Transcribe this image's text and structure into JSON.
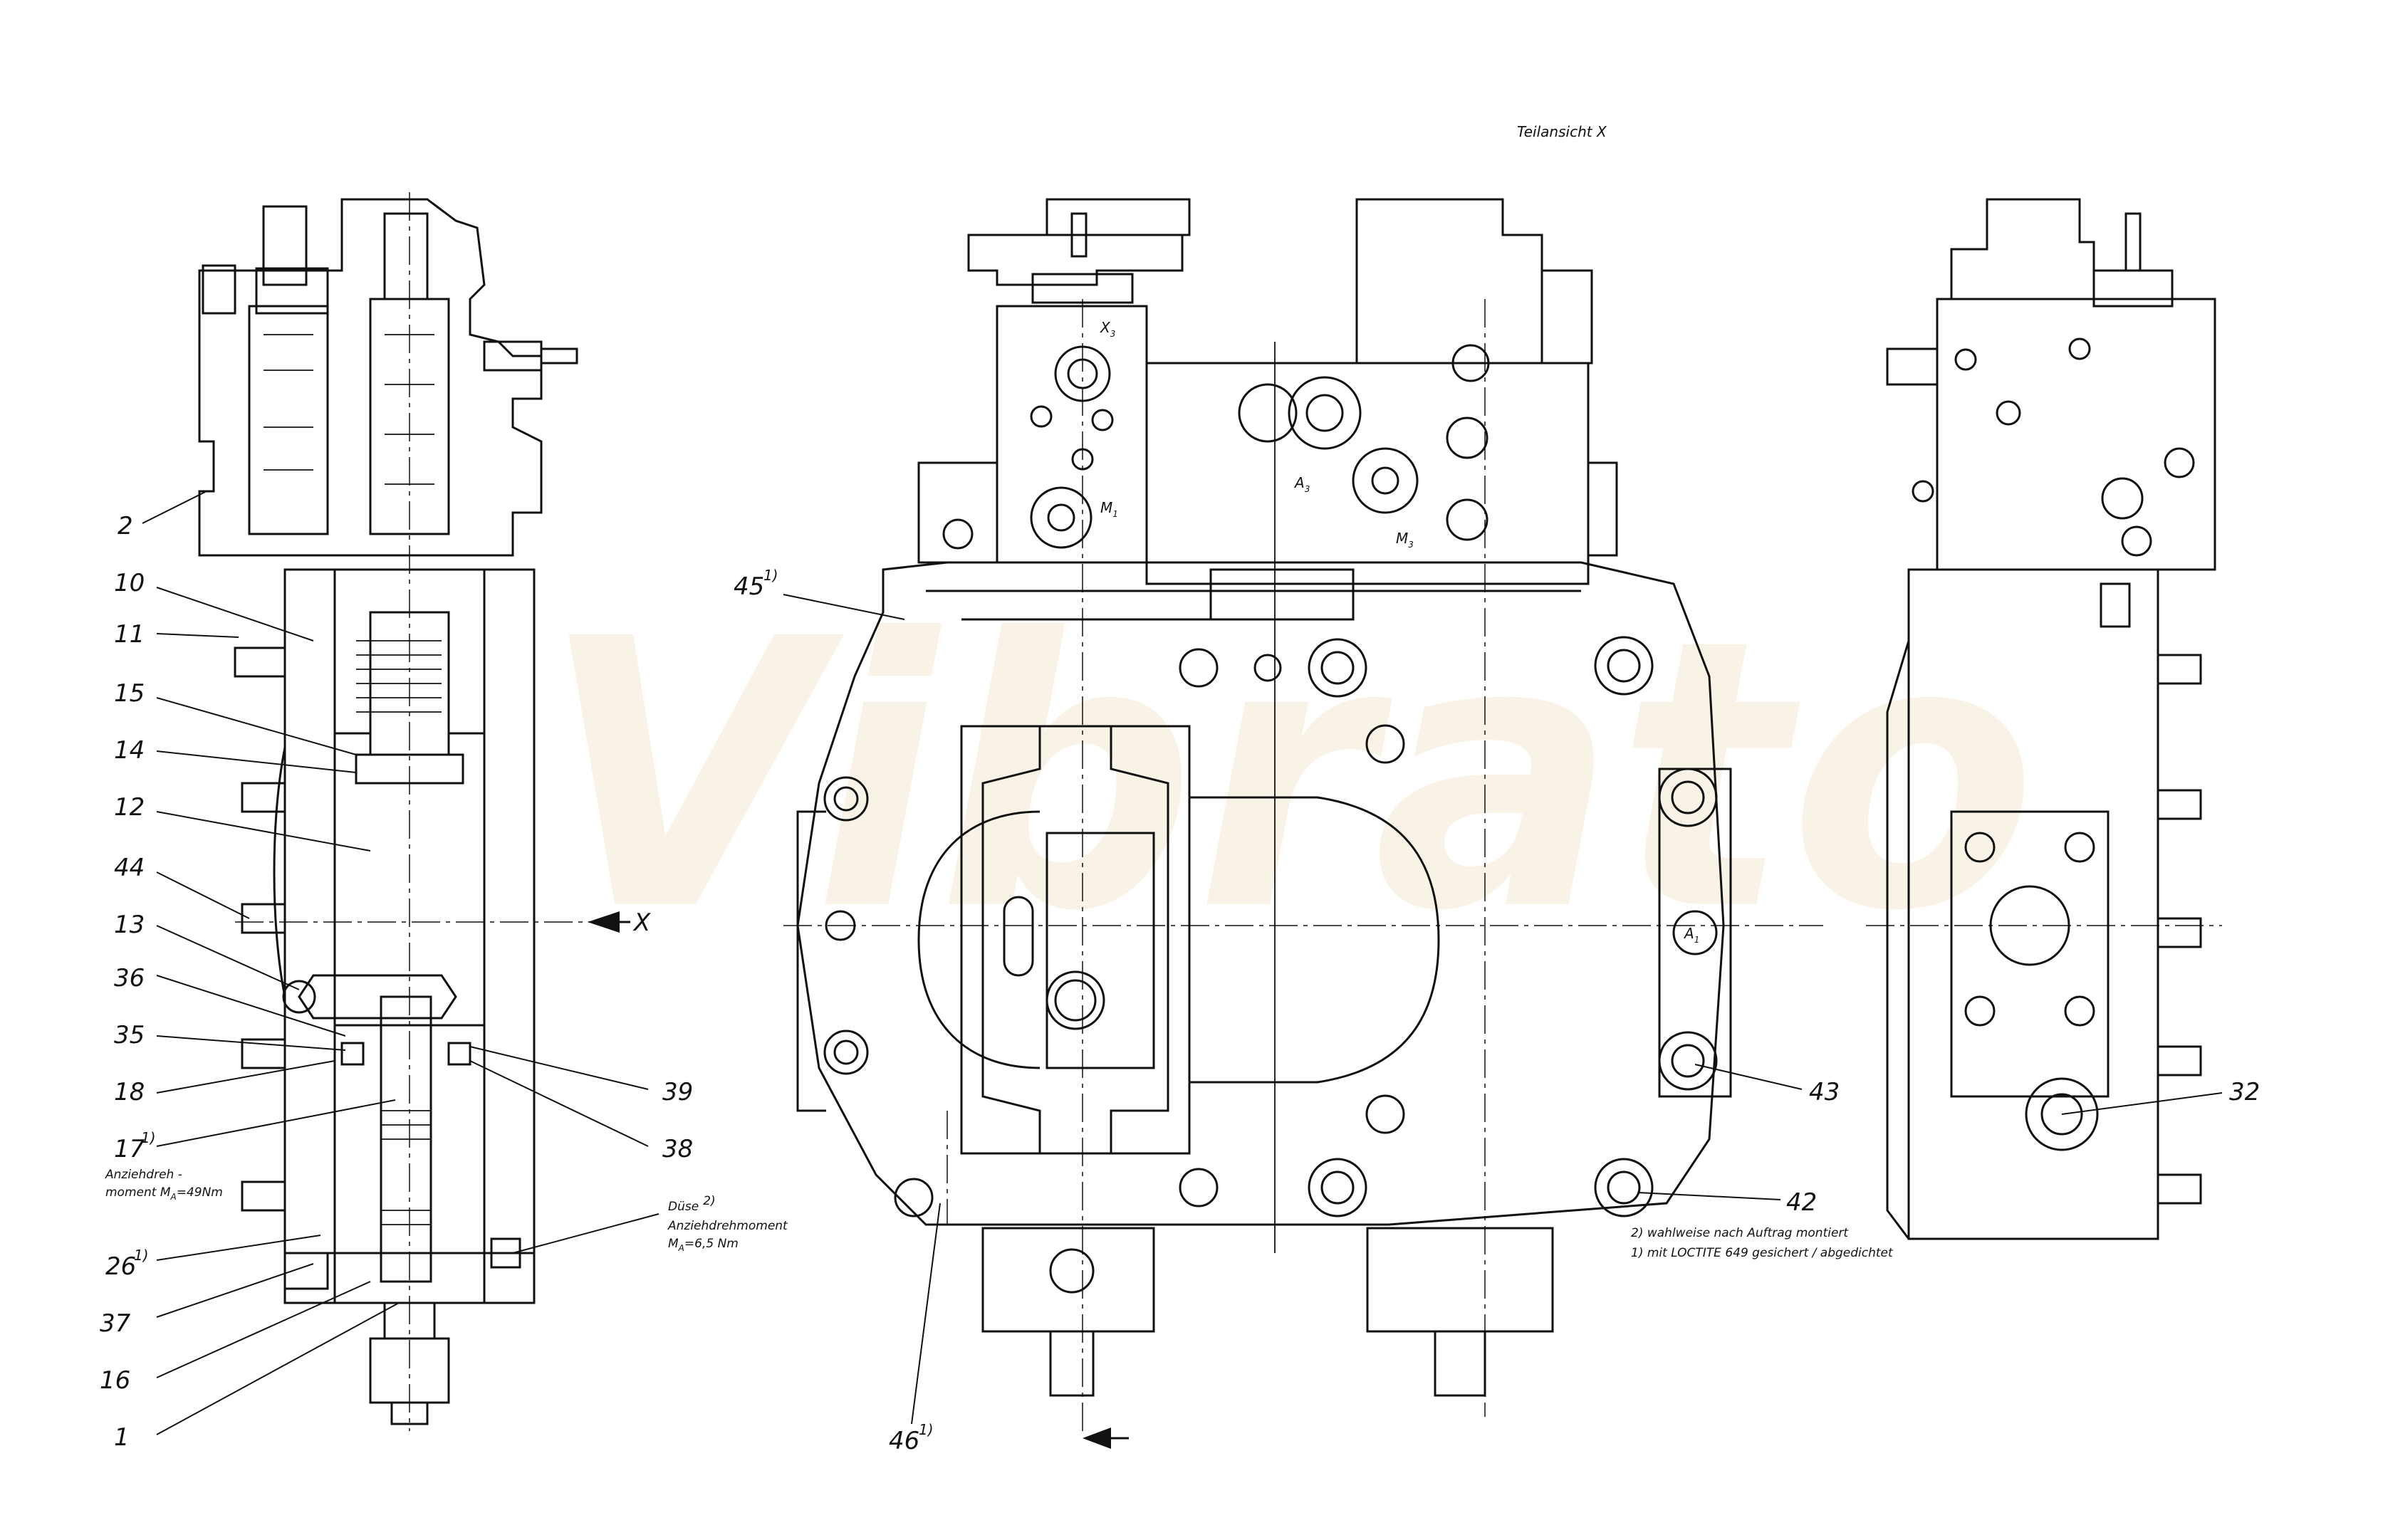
{
  "view_title": "Teilansicht X",
  "section_arrow_label": "X",
  "watermark": "Vibrato",
  "left_view": {
    "callouts": [
      "2",
      "10",
      "11",
      "15",
      "14",
      "12",
      "44",
      "13",
      "36",
      "35",
      "18",
      "17",
      "26",
      "37",
      "16",
      "1"
    ],
    "callout_17_sup": "1)",
    "callout_26_sup": "1)",
    "torque_note_line1": "Anziehdreh -",
    "torque_note_line2": "moment M",
    "torque_note_sub": "A",
    "torque_note_value": "=49Nm",
    "nozzle_label": "Düse",
    "nozzle_sup": "2)",
    "nozzle_torque_line1": "Anziehdrehmoment",
    "nozzle_torque_prefix": "M",
    "nozzle_torque_sub": "A",
    "nozzle_torque_value": "=6,5 Nm",
    "right_callouts": [
      "39",
      "38"
    ]
  },
  "center_view": {
    "port_labels": {
      "x3": "X",
      "x3_sub": "3",
      "m1": "M",
      "m1_sub": "1",
      "a3": "A",
      "a3_sub": "3",
      "m3": "M",
      "m3_sub": "3",
      "a1": "A",
      "a1_sub": "1"
    },
    "callouts": {
      "c45": "45",
      "c45_sup": "1)",
      "c46": "46",
      "c46_sup": "1)",
      "c43": "43",
      "c42": "42"
    },
    "footnote2": "2) wahlweise nach Auftrag montiert",
    "footnote1": "1) mit LOCTITE 649 gesichert / abgedichtet"
  },
  "right_view": {
    "callouts": [
      "32"
    ]
  }
}
